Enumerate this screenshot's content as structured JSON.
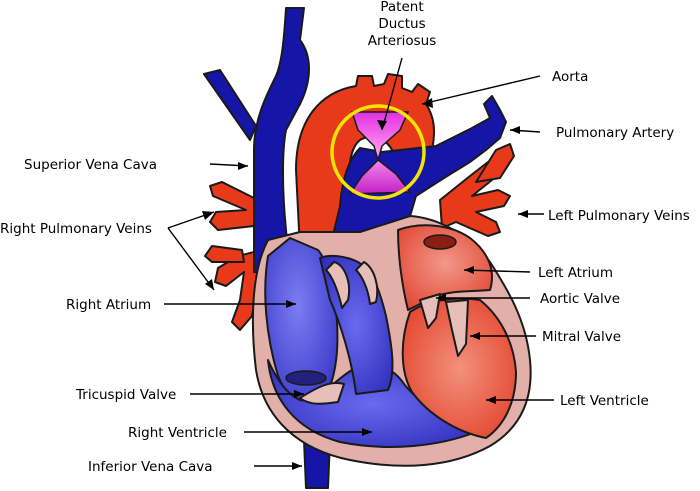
{
  "labels": {
    "pda_line1": "Patent",
    "pda_line2": "Ductus",
    "pda_line3": "Arteriosus",
    "aorta": "Aorta",
    "pulmonary_artery": "Pulmonary Artery",
    "superior_vena_cava": "Superior Vena Cava",
    "left_pulmonary_veins": "Left Pulmonary Veins",
    "right_pulmonary_veins": "Right Pulmonary Veins",
    "left_atrium": "Left Atrium",
    "aortic_valve": "Aortic Valve",
    "right_atrium": "Right Atrium",
    "mitral_valve": "Mitral Valve",
    "tricuspid_valve": "Tricuspid Valve",
    "left_ventricle": "Left Ventricle",
    "right_ventricle": "Right Ventricle",
    "inferior_vena_cava": "Inferior Vena Cava"
  },
  "colors": {
    "deoxygenated": "#1515a8",
    "oxygenated": "#e83a1a",
    "pericardium": "#e2b0a8",
    "highlight_ring": "#f2e600",
    "mixing": "#c020c8"
  }
}
